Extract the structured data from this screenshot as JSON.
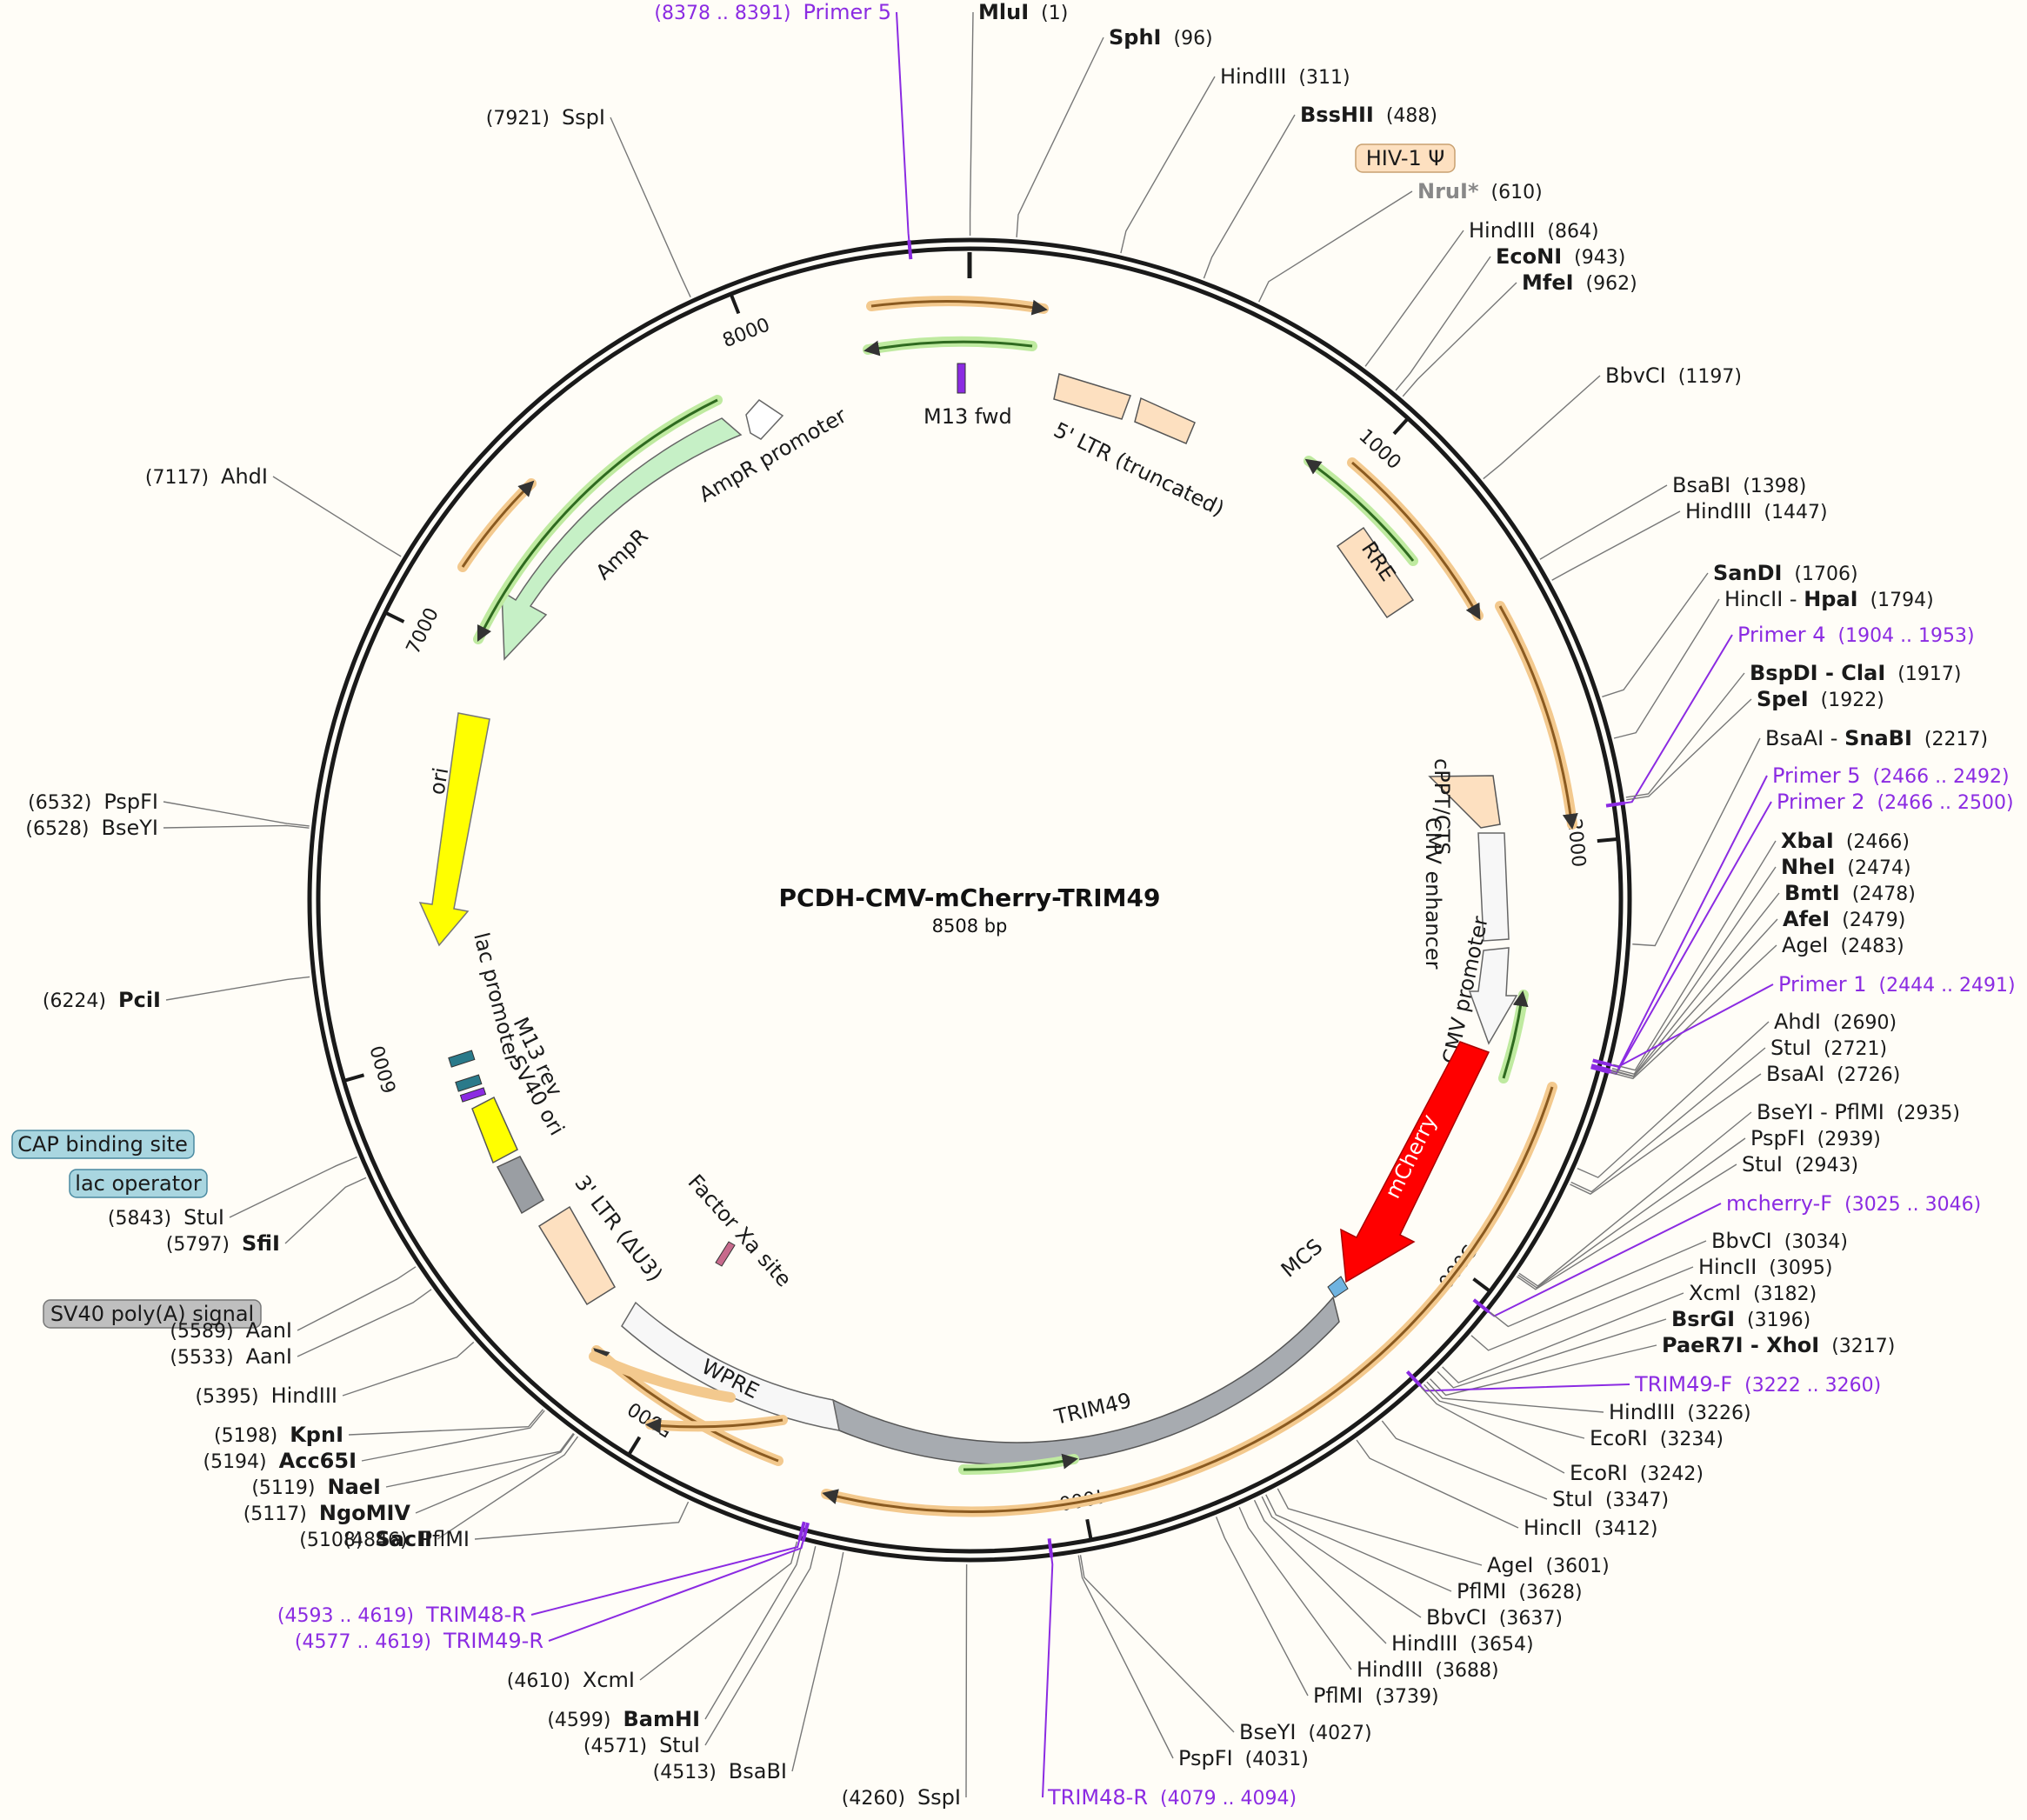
{
  "title": "PCDH-CMV-mCherry-TRIM49",
  "subtitle": "8508 bp",
  "length": 8508,
  "colors": {
    "primer": "#8b2be2",
    "ring": "#1a1a1a",
    "orf": "#e8a040",
    "orfGreen": "#6fc04b"
  },
  "ticks": [
    {
      "bp": 1000,
      "label": "1000"
    },
    {
      "bp": 2000,
      "label": "2000"
    },
    {
      "bp": 3000,
      "label": "3000"
    },
    {
      "bp": 4000,
      "label": "4000"
    },
    {
      "bp": 5000,
      "label": "5000"
    },
    {
      "bp": 6000,
      "label": "6000"
    },
    {
      "bp": 7000,
      "label": "7000"
    },
    {
      "bp": 8000,
      "label": "8000"
    }
  ],
  "sites": [
    {
      "name": "MluI",
      "pos": "(1)",
      "bp": 1,
      "bold": true
    },
    {
      "name": "SphI",
      "pos": "(96)",
      "bp": 96,
      "bold": true
    },
    {
      "name": "HindIII",
      "pos": "(311)",
      "bp": 311
    },
    {
      "name": "BssHII",
      "pos": "(488)",
      "bp": 488,
      "bold": true
    },
    {
      "name": "NruI*",
      "pos": "(610)",
      "bp": 610,
      "gray": true,
      "bold": true
    },
    {
      "name": "HindIII",
      "pos": "(864)",
      "bp": 864
    },
    {
      "name": "EcoNI",
      "pos": "(943)",
      "bp": 943,
      "bold": true
    },
    {
      "name": "MfeI",
      "pos": "(962)",
      "bp": 962,
      "bold": true
    },
    {
      "name": "BbvCI",
      "pos": "(1197)",
      "bp": 1197
    },
    {
      "name": "BsaBI",
      "pos": "(1398)",
      "bp": 1398
    },
    {
      "name": "HindIII",
      "pos": "(1447)",
      "bp": 1447
    },
    {
      "name": "SanDI",
      "pos": "(1706)",
      "bp": 1706,
      "bold": true
    },
    {
      "name": "HincII - HpaI",
      "pos": "(1794)",
      "bp": 1794,
      "boldPart": "HpaI"
    },
    {
      "name": "Primer 4",
      "pos": "(1904 .. 1953)",
      "bp": 1928,
      "primer": true
    },
    {
      "name": "BspDI - ClaI",
      "pos": "(1917)",
      "bp": 1917,
      "bold": true
    },
    {
      "name": "SpeI",
      "pos": "(1922)",
      "bp": 1922,
      "bold": true
    },
    {
      "name": "BsaAI - SnaBI",
      "pos": "(2217)",
      "bp": 2217,
      "boldPart": "SnaBI"
    },
    {
      "name": "Primer 5",
      "pos": "(2466 .. 2492)",
      "bp": 2479,
      "primer": true
    },
    {
      "name": "Primer 2",
      "pos": "(2466 .. 2500)",
      "bp": 2483,
      "primer": true
    },
    {
      "name": "XbaI",
      "pos": "(2466)",
      "bp": 2466,
      "bold": true
    },
    {
      "name": "NheI",
      "pos": "(2474)",
      "bp": 2474,
      "bold": true
    },
    {
      "name": "BmtI",
      "pos": "(2478)",
      "bp": 2478,
      "bold": true
    },
    {
      "name": "AfeI",
      "pos": "(2479)",
      "bp": 2479,
      "bold": true
    },
    {
      "name": "AgeI",
      "pos": "(2483)",
      "bp": 2483
    },
    {
      "name": "Primer 1",
      "pos": "(2444 .. 2491)",
      "bp": 2468,
      "primer": true
    },
    {
      "name": "AhdI",
      "pos": "(2690)",
      "bp": 2690
    },
    {
      "name": "StuI",
      "pos": "(2721)",
      "bp": 2721
    },
    {
      "name": "BsaAI",
      "pos": "(2726)",
      "bp": 2726
    },
    {
      "name": "BseYI - PflMI",
      "pos": "(2935)",
      "bp": 2935
    },
    {
      "name": "PspFI",
      "pos": "(2939)",
      "bp": 2939
    },
    {
      "name": "StuI",
      "pos": "(2943)",
      "bp": 2943
    },
    {
      "name": "mcherry-F",
      "pos": "(3025 .. 3046)",
      "bp": 3035,
      "primer": true
    },
    {
      "name": "BbvCI",
      "pos": "(3034)",
      "bp": 3034
    },
    {
      "name": "HincII",
      "pos": "(3095)",
      "bp": 3095
    },
    {
      "name": "XcmI",
      "pos": "(3182)",
      "bp": 3182
    },
    {
      "name": "BsrGI",
      "pos": "(3196)",
      "bp": 3196,
      "bold": true
    },
    {
      "name": "PaeR7I - XhoI",
      "pos": "(3217)",
      "bp": 3217,
      "bold": true
    },
    {
      "name": "TRIM49-F",
      "pos": "(3222 .. 3260)",
      "bp": 3241,
      "primer": true
    },
    {
      "name": "HindIII",
      "pos": "(3226)",
      "bp": 3226
    },
    {
      "name": "EcoRI",
      "pos": "(3234)",
      "bp": 3234
    },
    {
      "name": "EcoRI",
      "pos": "(3242)",
      "bp": 3242
    },
    {
      "name": "StuI",
      "pos": "(3347)",
      "bp": 3347
    },
    {
      "name": "HincII",
      "pos": "(3412)",
      "bp": 3412
    },
    {
      "name": "AgeI",
      "pos": "(3601)",
      "bp": 3601
    },
    {
      "name": "PflMI",
      "pos": "(3628)",
      "bp": 3628
    },
    {
      "name": "BbvCI",
      "pos": "(3637)",
      "bp": 3637
    },
    {
      "name": "HindIII",
      "pos": "(3654)",
      "bp": 3654
    },
    {
      "name": "HindIII",
      "pos": "(3688)",
      "bp": 3688
    },
    {
      "name": "PflMI",
      "pos": "(3739)",
      "bp": 3739
    },
    {
      "name": "BseYI",
      "pos": "(4027)",
      "bp": 4027
    },
    {
      "name": "PspFI",
      "pos": "(4031)",
      "bp": 4031
    },
    {
      "name": "TRIM48-R",
      "pos": "(4079 .. 4094)",
      "bp": 4086,
      "primer": true
    },
    {
      "name": "SspI",
      "pos": "(4260)",
      "bp": 4260
    },
    {
      "name": "BsaBI",
      "pos": "(4513)",
      "bp": 4513
    },
    {
      "name": "StuI",
      "pos": "(4571)",
      "bp": 4571
    },
    {
      "name": "BamHI",
      "pos": "(4599)",
      "bp": 4599,
      "bold": true
    },
    {
      "name": "XcmI",
      "pos": "(4610)",
      "bp": 4610
    },
    {
      "name": "TRIM49-R",
      "pos": "(4577 .. 4619)",
      "bp": 4598,
      "primer": true
    },
    {
      "name": "TRIM48-R",
      "pos": "(4593 .. 4619)",
      "bp": 4606,
      "primer": true
    },
    {
      "name": "PflMI",
      "pos": "(4846)",
      "bp": 4846
    },
    {
      "name": "SacII",
      "pos": "(5108)",
      "bp": 5108,
      "bold": true
    },
    {
      "name": "NgoMIV",
      "pos": "(5117)",
      "bp": 5117,
      "bold": true
    },
    {
      "name": "NaeI",
      "pos": "(5119)",
      "bp": 5119,
      "bold": true
    },
    {
      "name": "Acc65I",
      "pos": "(5194)",
      "bp": 5194,
      "bold": true
    },
    {
      "name": "KpnI",
      "pos": "(5198)",
      "bp": 5198,
      "bold": true
    },
    {
      "name": "HindIII",
      "pos": "(5395)",
      "bp": 5395
    },
    {
      "name": "AanI",
      "pos": "(5533)",
      "bp": 5533
    },
    {
      "name": "AanI",
      "pos": "(5589)",
      "bp": 5589
    },
    {
      "name": "SfiI",
      "pos": "(5797)",
      "bp": 5797,
      "bold": true
    },
    {
      "name": "StuI",
      "pos": "(5843)",
      "bp": 5843
    },
    {
      "name": "PciI",
      "pos": "(6224)",
      "bp": 6224,
      "bold": true
    },
    {
      "name": "BseYI",
      "pos": "(6528)",
      "bp": 6528
    },
    {
      "name": "PspFI",
      "pos": "(6532)",
      "bp": 6532
    },
    {
      "name": "AhdI",
      "pos": "(7117)",
      "bp": 7117
    },
    {
      "name": "SspI",
      "pos": "(7921)",
      "bp": 7921
    },
    {
      "name": "Primer 5",
      "pos": "(8378 .. 8391)",
      "bp": 8384,
      "primer": true
    }
  ],
  "boxedLabels": [
    {
      "text": "HIV-1 Ψ",
      "fill": "#fde0c0",
      "stroke": "#c8a070"
    },
    {
      "text": "CAP binding site",
      "fill": "#a9d6e0",
      "stroke": "#4a8aa0"
    },
    {
      "text": "lac operator",
      "fill": "#a9d6e0",
      "stroke": "#4a8aa0"
    },
    {
      "text": "SV40 poly(A) signal",
      "fill": "#bfbfbf",
      "stroke": "#777"
    }
  ],
  "features": [
    {
      "name": "M13 fwd"
    },
    {
      "name": "5' LTR (truncated)"
    },
    {
      "name": "RRE"
    },
    {
      "name": "cPPT/CTS"
    },
    {
      "name": "CMV enhancer"
    },
    {
      "name": "CMV promoter"
    },
    {
      "name": "mCherry"
    },
    {
      "name": "MCS"
    },
    {
      "name": "TRIM49"
    },
    {
      "name": "WPRE"
    },
    {
      "name": "3' LTR (ΔU3)"
    },
    {
      "name": "Factor Xa site"
    },
    {
      "name": "SV40 ori"
    },
    {
      "name": "M13 rev"
    },
    {
      "name": "lac promoter"
    },
    {
      "name": "ori"
    },
    {
      "name": "AmpR"
    },
    {
      "name": "AmpR promoter"
    }
  ]
}
